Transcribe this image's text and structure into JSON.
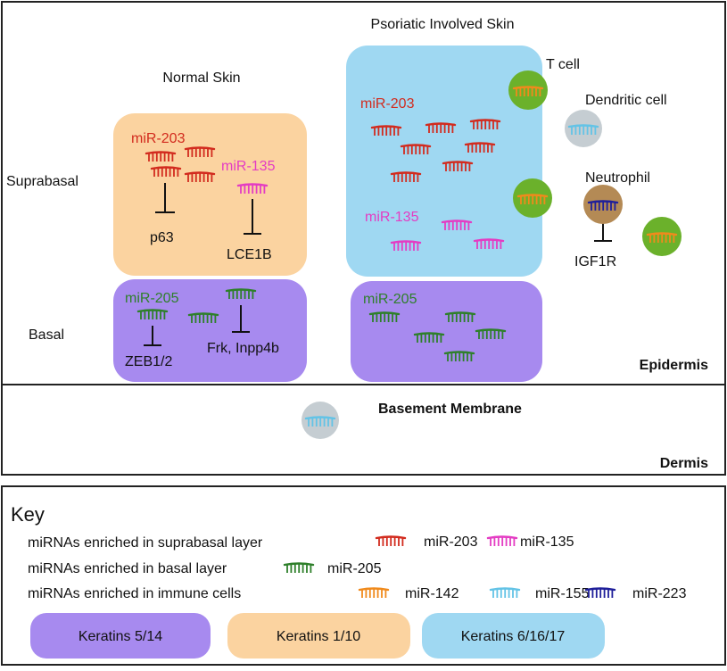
{
  "colors": {
    "orange_region": "#FBD3A0",
    "blue_region": "#9FD8F2",
    "purple_region": "#A78AEF",
    "mir203": "#D22B1E",
    "mir135": "#E43CC3",
    "mir205": "#2E7F2A",
    "mir142": "#F08A1C",
    "mir155": "#63C3E6",
    "mir223": "#1F1F9A",
    "tcell": "#6BB12B",
    "dendritic": "#C5CDD2",
    "neutrophil": "#B48A55"
  },
  "diagram": {
    "normal_skin_title": "Normal Skin",
    "psoriatic_title": "Psoriatic Involved Skin",
    "suprabasal_label": "Suprabasal",
    "basal_label": "Basal",
    "normal_mir203": "miR-203",
    "normal_mir135": "miR-135",
    "p63": "p63",
    "lce1b": "LCE1B",
    "normal_mir205": "miR-205",
    "zeb": "ZEB1/2",
    "frk": "Frk, Inpp4b",
    "psor_mir203": "miR-203",
    "psor_mir135": "miR-135",
    "psor_mir205": "miR-205",
    "tcell_label": "T cell",
    "dendritic_label": "Dendritic cell",
    "neutrophil_label": "Neutrophil",
    "igf1r": "IGF1R",
    "epidermis": "Epidermis",
    "basement_membrane": "Basement Membrane",
    "dermis": "Dermis"
  },
  "key": {
    "title": "Key",
    "row1_label": "miRNAs enriched in suprabasal layer",
    "row1_a": "miR-203",
    "row1_b": "miR-135",
    "row2_label": "miRNAs enriched in basal layer",
    "row2_a": "miR-205",
    "row3_label": "miRNAs enriched in immune cells",
    "row3_a": "miR-142",
    "row3_b": "miR-155",
    "row3_c": "miR-223",
    "keratin_purple": "Keratins 5/14",
    "keratin_orange": "Keratins 1/10",
    "keratin_blue": "Keratins 6/16/17"
  }
}
